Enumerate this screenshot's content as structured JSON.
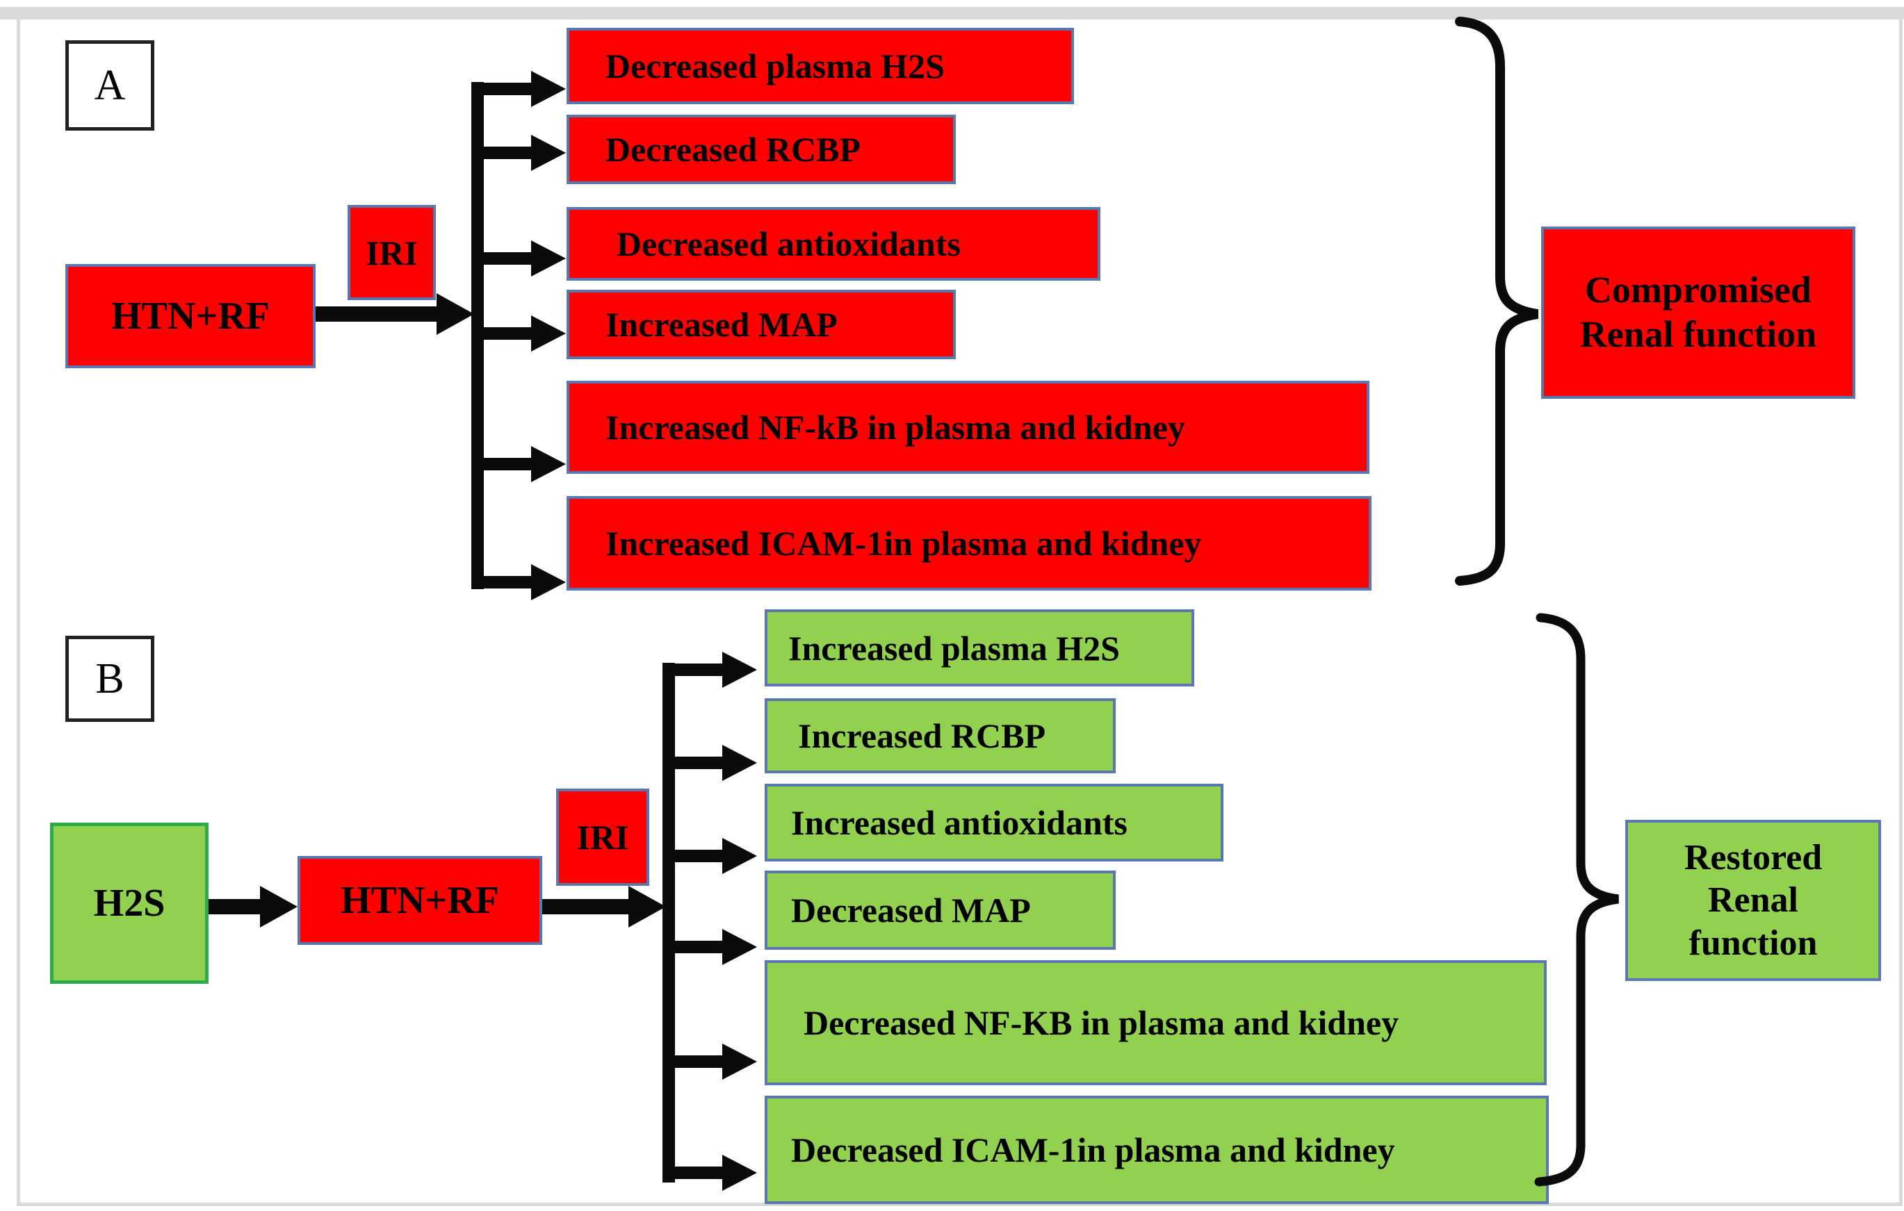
{
  "figure": {
    "panel_a": {
      "label": "A",
      "start_box": "HTN+RF",
      "mediator_box": "IRI",
      "outcomes": [
        "Decreased plasma H2S",
        "Decreased RCBP",
        "Decreased antioxidants",
        "Increased MAP",
        "Increased NF-kB  in plasma and kidney",
        "Increased ICAM-1in plasma and kidney"
      ],
      "conclusion_line1": "Compromised",
      "conclusion_line2": "Renal function"
    },
    "panel_b": {
      "label": "B",
      "pre_box": "H2S",
      "start_box": "HTN+RF",
      "mediator_box": "IRI",
      "outcomes": [
        "Increased plasma H2S",
        "Increased RCBP",
        "Increased antioxidants",
        "Decreased MAP",
        "Decreased NF-KB in plasma and kidney",
        "Decreased ICAM-1in plasma and kidney"
      ],
      "conclusion_line1": "Restored",
      "conclusion_line2": "Renal",
      "conclusion_line3": "function"
    },
    "colors": {
      "negative_fill": "#ff0000",
      "positive_fill": "#92d050",
      "box_border_blue": "#5a78b0",
      "h2s_border_green": "#2cab48",
      "arrow_black": "#0b0b0b",
      "frame_gray": "#d9d9d9"
    }
  }
}
